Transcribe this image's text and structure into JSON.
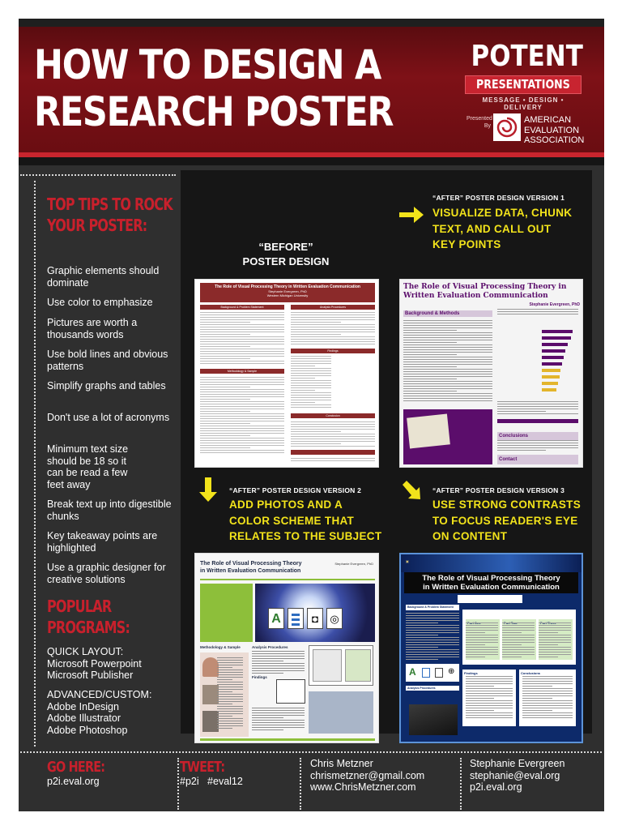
{
  "header": {
    "title_line1": "HOW TO DESIGN A",
    "title_line2": "RESEARCH POSTER",
    "logo_potent": "POTENT",
    "logo_presentations": "PRESENTATIONS",
    "logo_tagline": "MESSAGE • DESIGN • DELIVERY",
    "presented_by": "Presented By",
    "aea_line1": "AMERICAN",
    "aea_line2": "EVALUATION",
    "aea_line3": "ASSOCIATION",
    "brand_red": "#c8202c"
  },
  "sidebar": {
    "tips_title_line1": "TOP TIPS TO ROCK",
    "tips_title_line2": "YOUR POSTER:",
    "tips": [
      "Graphic elements should dominate",
      "Use color to emphasize",
      "Pictures are worth a thousands words",
      "Use bold lines and obvious patterns",
      "Simplify graphs and tables",
      "Don't use a lot of acronyms",
      "Minimum text size should be 18 so it can be read a few feet away",
      "Break text up into digestible chunks",
      "Key takeaway points are highlighted",
      "Use a graphic designer for creative solutions"
    ],
    "programs_title_line1": "POPULAR",
    "programs_title_line2": "PROGRAMS:",
    "quick_heading": "QUICK LAYOUT:",
    "quick_items": [
      "Microsoft Powerpoint",
      "Microsoft Publisher"
    ],
    "advanced_heading": "ADVANCED/CUSTOM:",
    "advanced_items": [
      "Adobe InDesign",
      "Adobe Illustrator",
      "Adobe Photoshop"
    ]
  },
  "panel": {
    "before_line1": "“BEFORE”",
    "before_line2": "POSTER DESIGN",
    "v1_label": "“AFTER” POSTER DESIGN VERSION 1",
    "v1_desc_line1": "VISUALIZE DATA, CHUNK",
    "v1_desc_line2": "TEXT, AND CALL OUT",
    "v1_desc_line3": "KEY POINTS",
    "v2_label": "“AFTER” POSTER DESIGN VERSION 2",
    "v2_desc_line1": "ADD PHOTOS AND A",
    "v2_desc_line2": "COLOR SCHEME THAT",
    "v2_desc_line3": "RELATES TO THE SUBJECT",
    "v3_label": "“AFTER” POSTER DESIGN VERSION 3",
    "v3_desc_line1": "USE STRONG CONTRASTS",
    "v3_desc_line2": "TO FOCUS READER'S EYE",
    "v3_desc_line3": "ON CONTENT",
    "arrow_color": "#f2e31b",
    "thumbs": {
      "before_title": "The Role of Visual Processing Theory in Written Evaluation Communication",
      "before_author": "Stephanie Evergreen, PhD",
      "before_univ": "Western Michigan University",
      "before_bg": "Background & Problem Statement",
      "before_analysis": "Analysis Procedures",
      "before_findings": "Findings",
      "before_method": "Methodology & Sample",
      "before_conclusion": "Conclusion",
      "v1_title_line1": "The Role of Visual Processing Theory in",
      "v1_title_line2": "Written Evaluation Communication",
      "v1_author": "Stephanie Evergreen, PhD",
      "v1_bg": "Background & Methods",
      "v1_conclusions": "Conclusions",
      "v1_contact": "Contact",
      "v2_title_line1": "The Role of Visual Processing Theory",
      "v2_title_line2": "in Written Evaluation Communication",
      "v2_author": "Stephanie Evergreen, PhD",
      "v2_method": "Methodology & Sample",
      "v2_analysis": "Analysis Procedures",
      "v2_findings": "Findings",
      "v3_title_line1": "The Role of Visual Processing Theory",
      "v3_title_line2": "in Written Evaluation Communication",
      "v3_bg": "Background & Problem Statement",
      "v3_findings": "Findings",
      "v3_analysis": "Analysis Procedures",
      "v3_conclusions": "Conclusions",
      "v3_part1": "Part One",
      "v3_part2": "Part Two",
      "v3_part3": "Part Three"
    }
  },
  "footer": {
    "go_heading": "GO HERE:",
    "go_url": "p2i.eval.org",
    "tweet_heading": "TWEET:",
    "tweet_tags": "#p2i   #eval12",
    "contact1_name": "Chris Metzner",
    "contact1_email": "chrismetzner@gmail.com",
    "contact1_web": "www.ChrisMetzner.com",
    "contact2_name": "Stephanie Evergreen",
    "contact2_email": "stephanie@eval.org",
    "contact2_web": "p2i.eval.org"
  }
}
